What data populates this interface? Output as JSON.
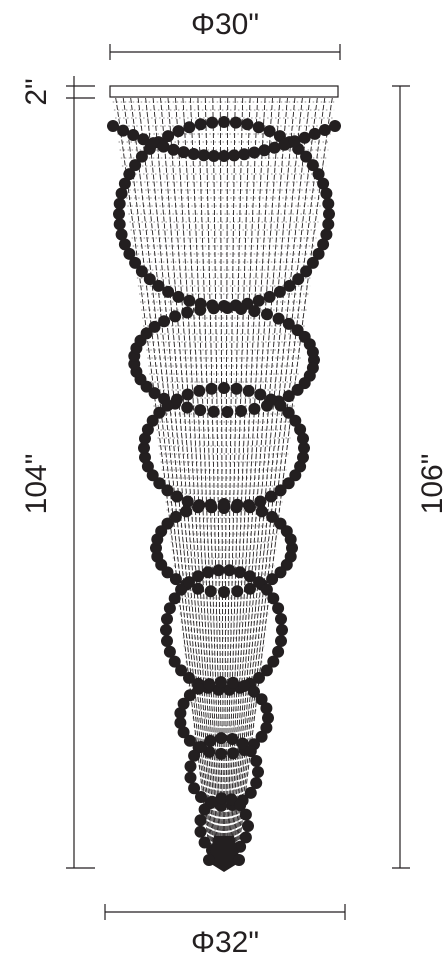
{
  "dimensions": {
    "top_diameter": "Φ30\"",
    "canopy_height": "2\"",
    "body_height": "104\"",
    "total_height": "106\"",
    "bottom_diameter": "Φ32\""
  },
  "colors": {
    "line": "#231f20",
    "crystal": "#231f20",
    "background": "#ffffff"
  }
}
